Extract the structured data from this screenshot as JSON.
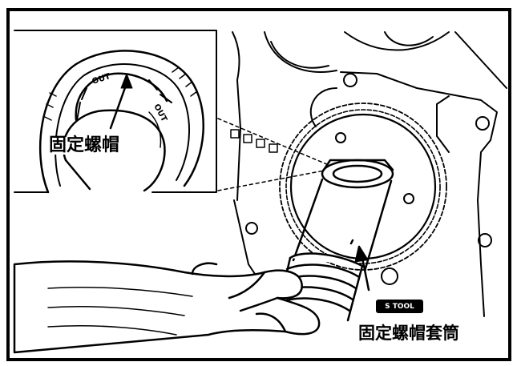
{
  "figure": {
    "callouts": {
      "lock_nut": "固定螺帽",
      "lock_nut_socket": "固定螺帽套筒"
    },
    "engraved": {
      "nut_marking_left": "OUT",
      "nut_marking_right": "OUT",
      "tool_tag": "S TOOL"
    },
    "colors": {
      "ink": "#000000",
      "paper": "#ffffff"
    }
  }
}
